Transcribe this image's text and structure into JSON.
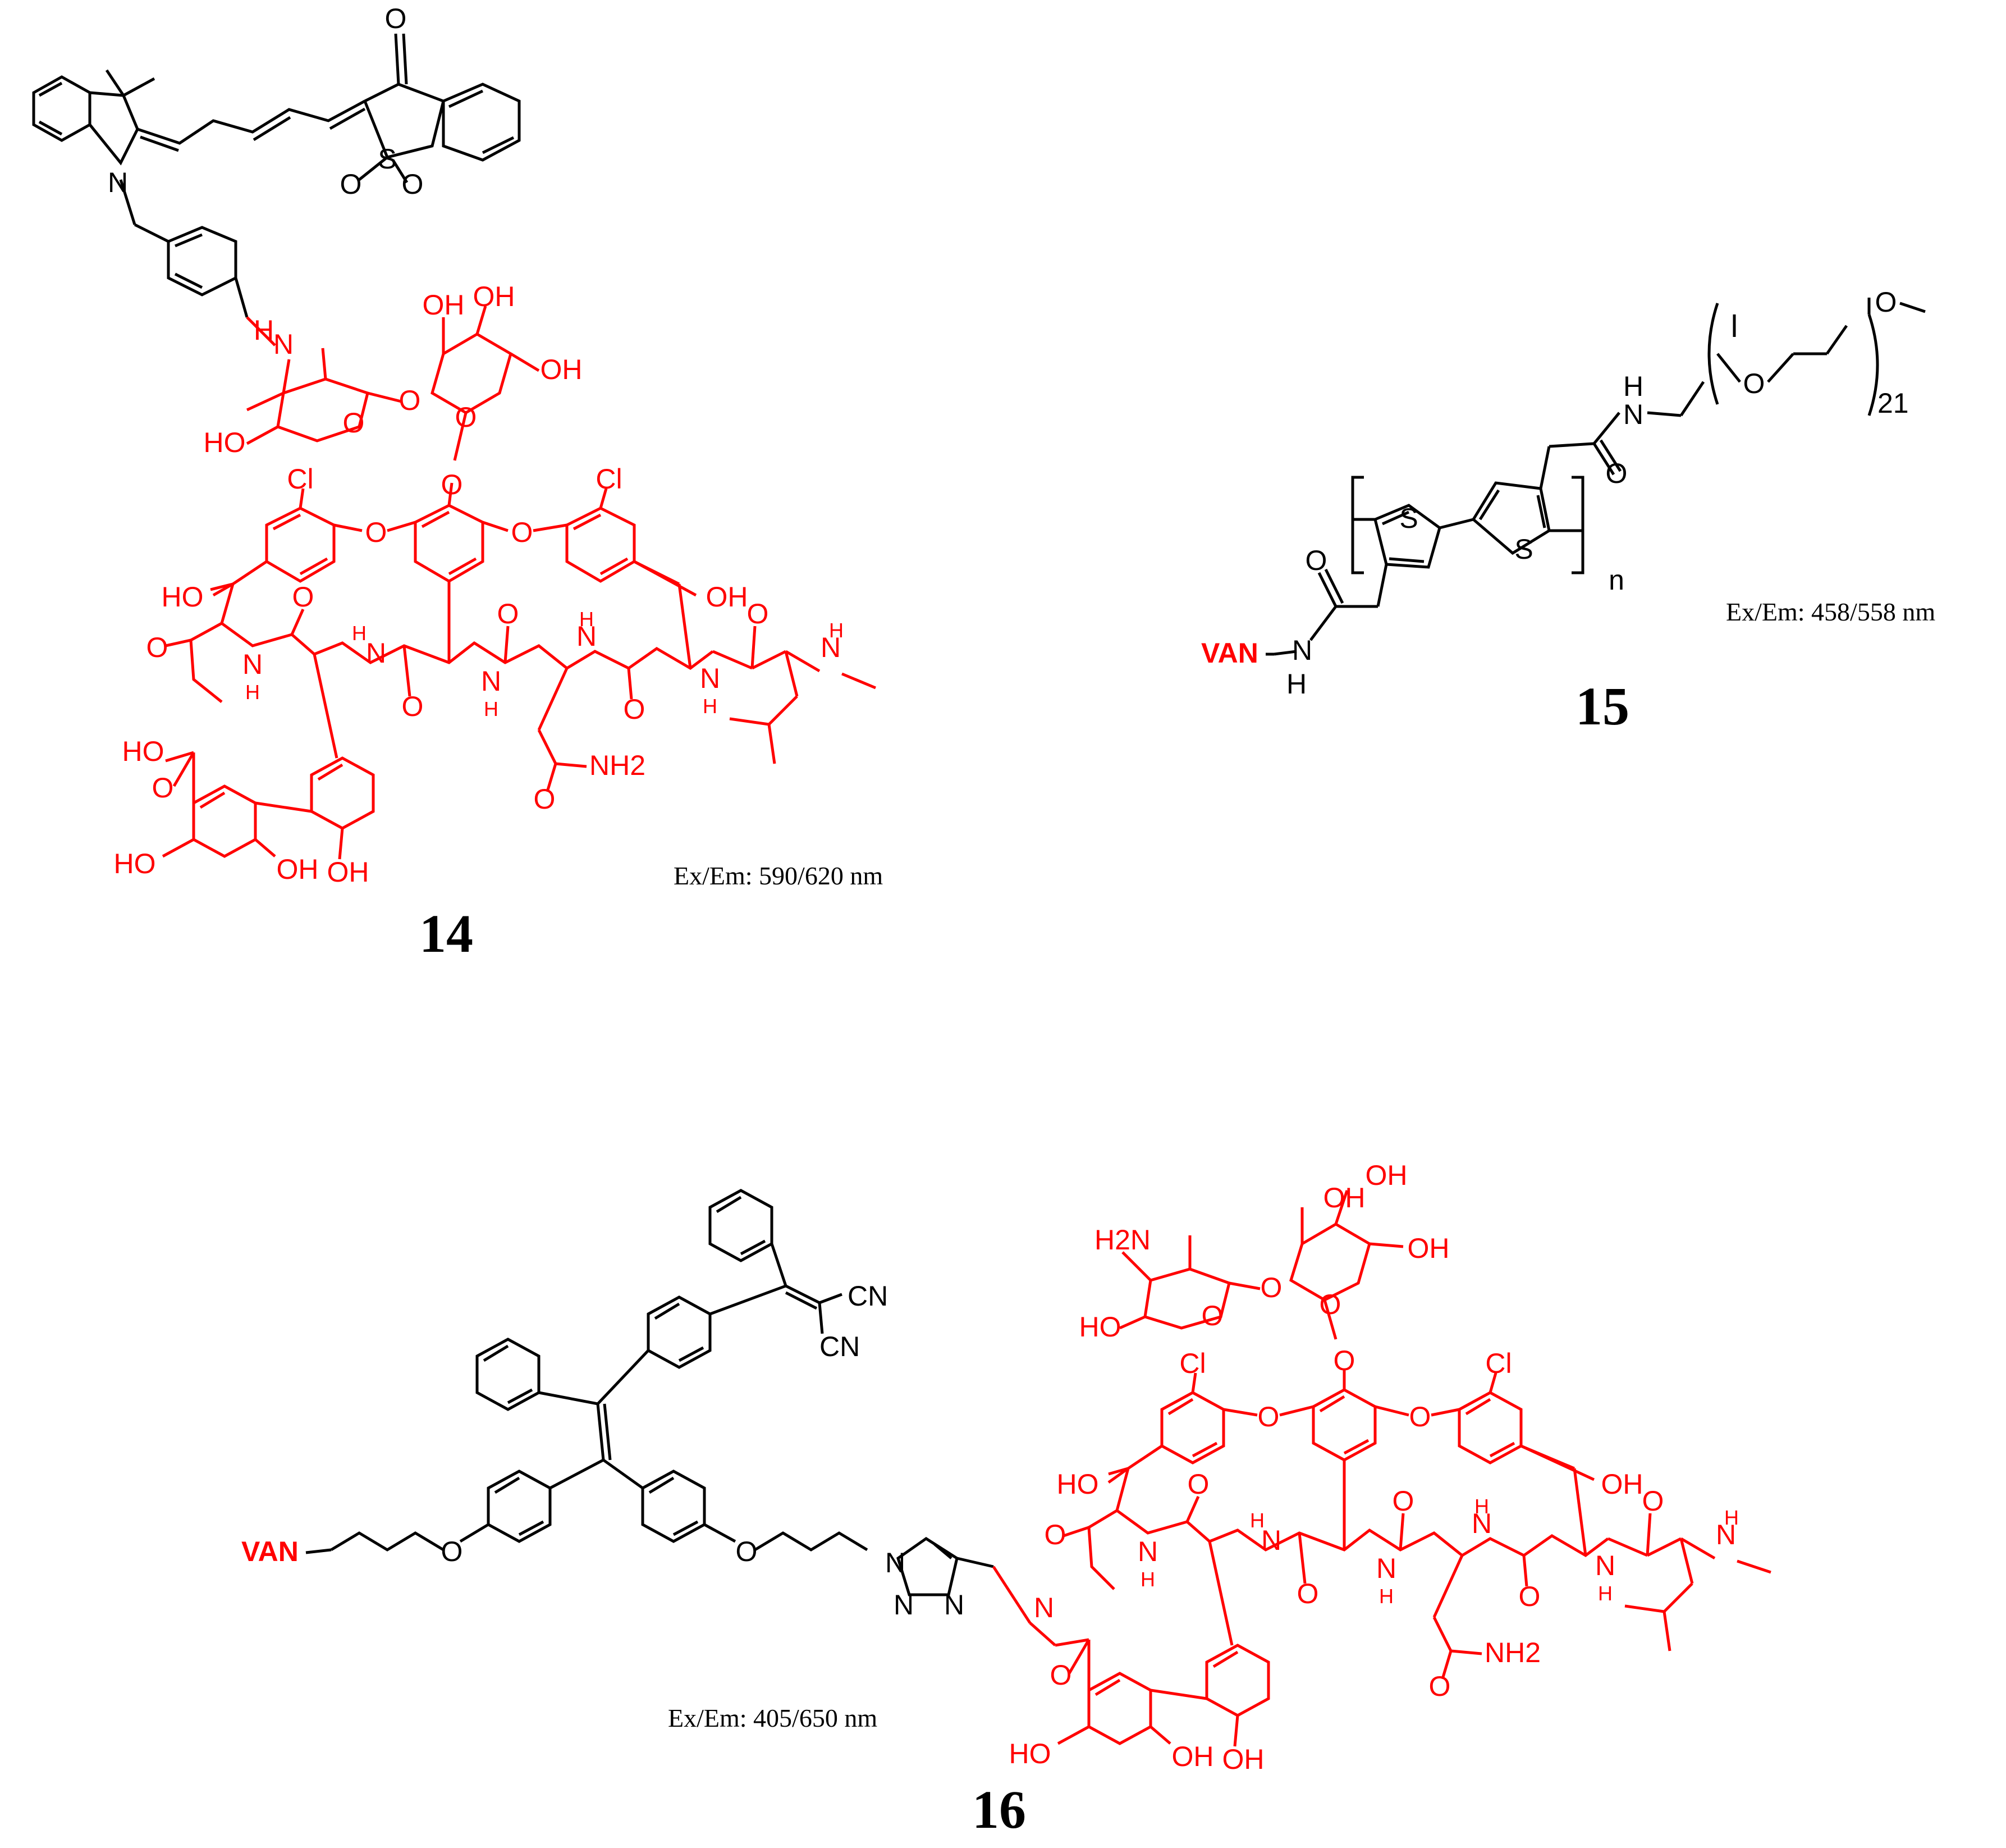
{
  "colors": {
    "vancomycin": "#ff0000",
    "fluorophore": "#000000",
    "background": "#ffffff"
  },
  "compounds": [
    {
      "number": "14",
      "caption": "Ex/Em: 590/620 nm",
      "black_atoms": [
        "O",
        "S",
        "O",
        "O",
        "N"
      ],
      "red_atoms": [
        "N",
        "H",
        "OH",
        "OH",
        "OH",
        "HO",
        "O",
        "O",
        "O",
        "Cl",
        "Cl",
        "O",
        "O",
        "HO",
        "OH",
        "O",
        "N",
        "H",
        "O",
        "N",
        "H",
        "O",
        "N",
        "H",
        "O",
        "N",
        "H",
        "O",
        "N",
        "H",
        "O",
        "N",
        "H",
        "O",
        "HO",
        "O",
        "NH2",
        "O",
        "OH",
        "HO",
        "OH"
      ]
    },
    {
      "number": "15",
      "caption": "Ex/Em: 458/558 nm",
      "van_label": "VAN",
      "black_atoms": [
        "S",
        "S",
        "n",
        "O",
        "N",
        "H",
        "O",
        "N",
        "H",
        "O",
        "O",
        "21"
      ]
    },
    {
      "number": "16",
      "caption": "Ex/Em: 405/650 nm",
      "van_label": "VAN",
      "black_atoms": [
        "CN",
        "CN",
        "O",
        "O",
        "N",
        "N",
        "N"
      ],
      "red_atoms": [
        "H2N",
        "OH",
        "OH",
        "OH",
        "HO",
        "O",
        "O",
        "O",
        "Cl",
        "Cl",
        "O",
        "O",
        "O",
        "HO",
        "OH",
        "O",
        "N",
        "H",
        "O",
        "N",
        "H",
        "O",
        "N",
        "H",
        "O",
        "N",
        "H",
        "O",
        "N",
        "H",
        "O",
        "N",
        "H",
        "O",
        "NH2",
        "O",
        "HO",
        "OH",
        "OH"
      ]
    }
  ]
}
